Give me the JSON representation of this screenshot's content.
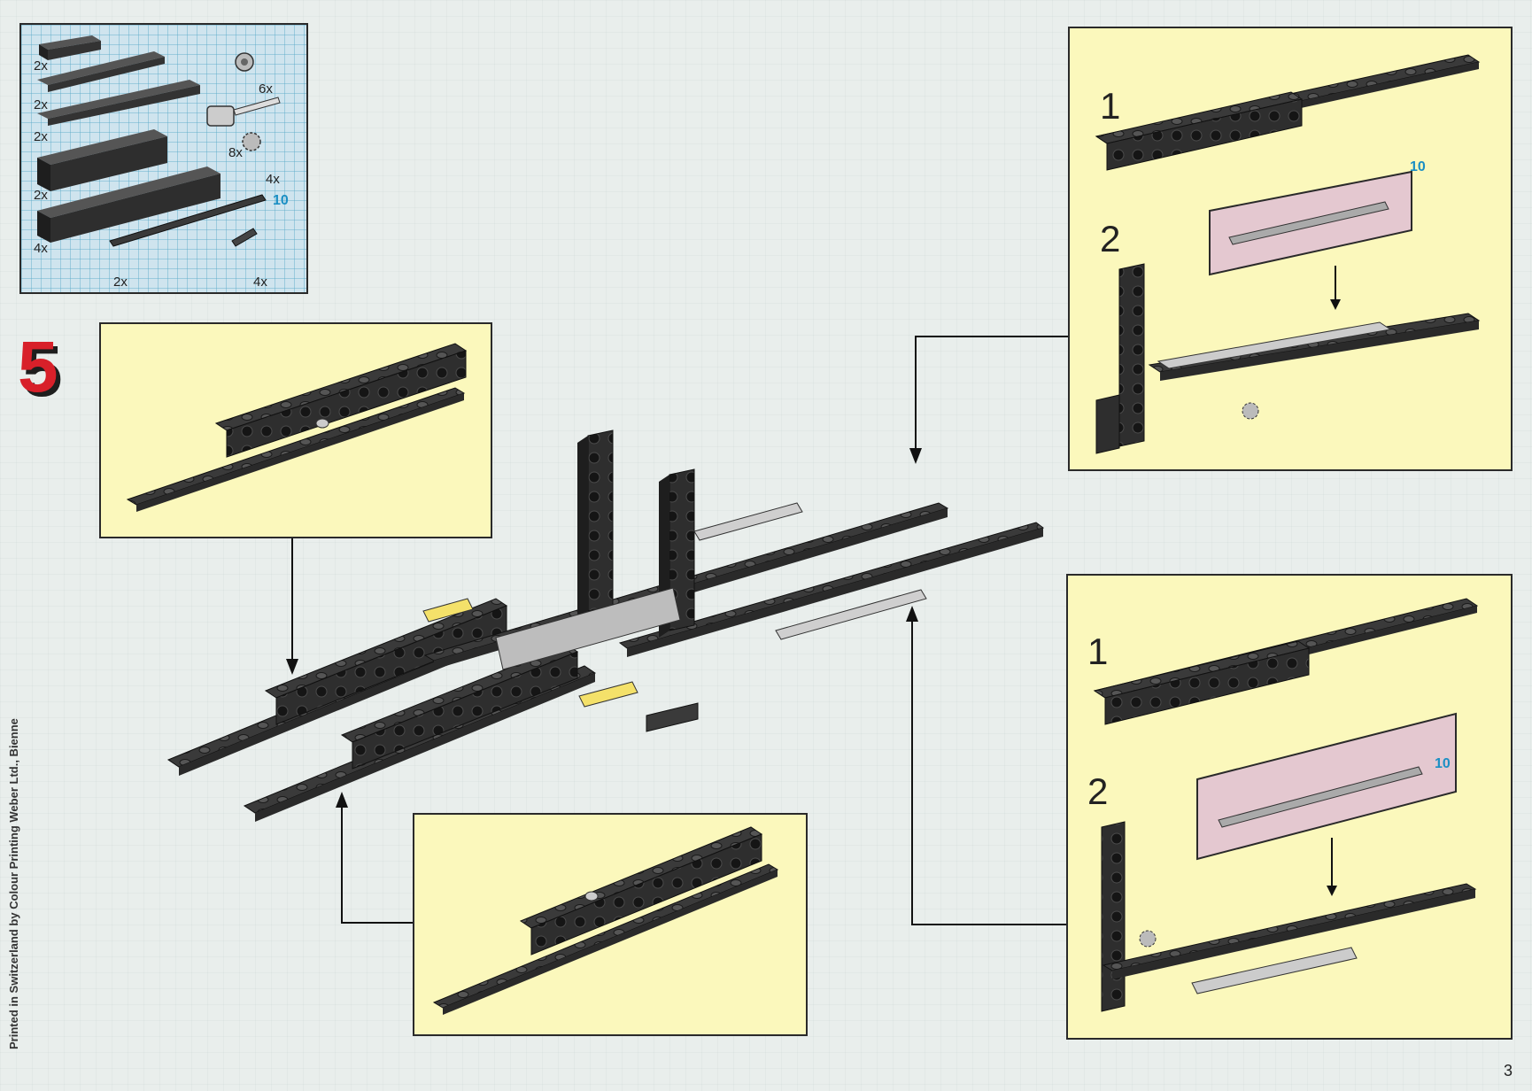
{
  "parts_list": {
    "items": [
      {
        "qty": "2x",
        "icon": "beam-2-plate"
      },
      {
        "qty": "2x",
        "icon": "plate-8"
      },
      {
        "qty": "2x",
        "icon": "plate-8"
      },
      {
        "qty": "2x",
        "icon": "beam-6"
      },
      {
        "qty": "4x",
        "icon": "beam-12"
      },
      {
        "qty": "6x",
        "icon": "bush-icon"
      },
      {
        "qty": "8x",
        "icon": "crank-icon"
      },
      {
        "qty": "4x",
        "icon": "gear-icon"
      },
      {
        "qty": "2x",
        "icon": "axle-icon"
      },
      {
        "qty": "4x",
        "icon": "pin-icon"
      }
    ],
    "axle_length": "10"
  },
  "step_number": "5",
  "right_top": {
    "sub1": "1",
    "sub2": "2",
    "axle_length": "10"
  },
  "right_bottom": {
    "sub1": "1",
    "sub2": "2",
    "axle_length": "10"
  },
  "footer": {
    "printed_by": "Printed in Switzerland by Colour Printing Weber Ltd., Bienne",
    "page_number": "3"
  },
  "colors": {
    "panel": "#fbf8bc",
    "brick": "#3a3a3a",
    "step_red": "#d8202a",
    "pink": "#e4c8d0",
    "accent_blue": "#1b8fc4"
  }
}
